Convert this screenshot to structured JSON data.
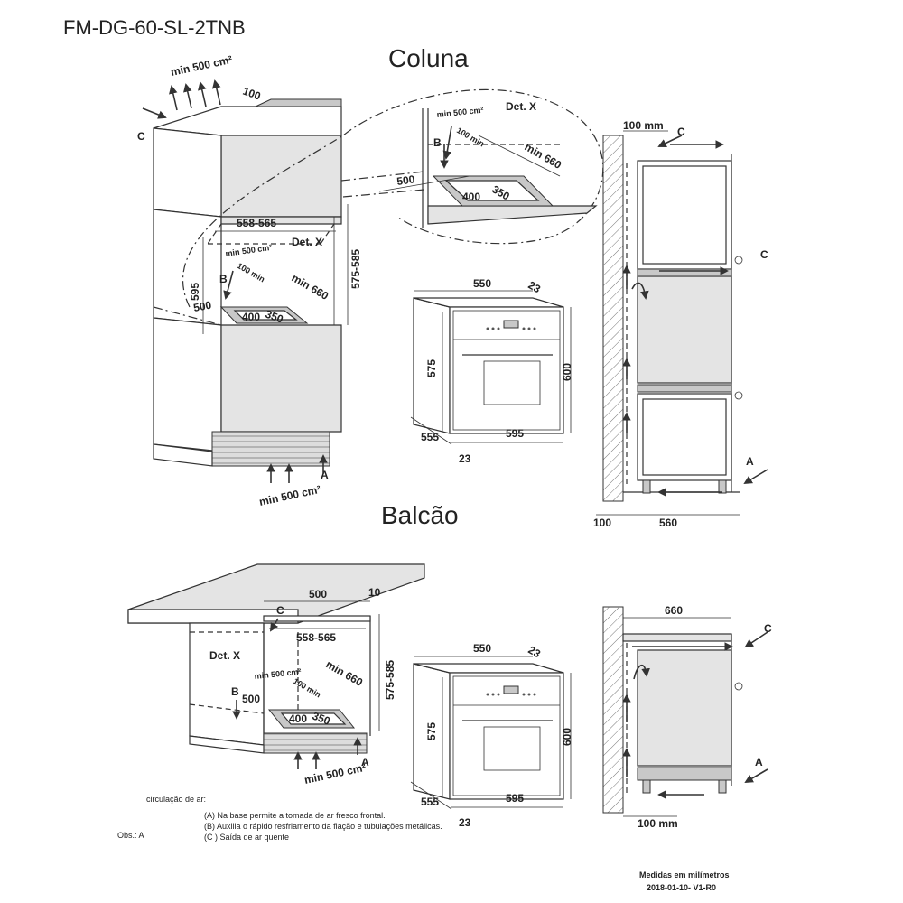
{
  "header": {
    "model": "FM-DG-60-SL-2TNB"
  },
  "section_titles": {
    "column": "Coluna",
    "counter": "Balcão"
  },
  "labels": {
    "det_x": "Det. X",
    "A": "A",
    "B": "B",
    "C": "C",
    "min_500_cm2": "min 500 cm²",
    "min_500_cm2_cut": "min 500 cm²"
  },
  "dimensions": {
    "d100": "100",
    "d100_mm": "100 mm",
    "d100_min": "100 min",
    "d558_565": "558-565",
    "d575_585": "575-585",
    "d595": "595",
    "d500": "500",
    "d400": "400",
    "d350": "350",
    "min660": "min 660",
    "d550": "550",
    "d23": "23",
    "d575": "575",
    "d600": "600",
    "d555": "555",
    "d560": "560",
    "d660": "660",
    "d10": "10"
  },
  "notes": {
    "circulation_title": "circulação de ar:",
    "note_a": "(A) Na base permite a tomada de ar fresco frontal.",
    "note_b": "(B) Auxilia o rápido resfriamento da fiação e tubulações metálicas.",
    "note_c": "(C ) Saída de ar quente",
    "obs": "Obs.: A"
  },
  "footer": {
    "units": "Medidas em milímetros",
    "revision": "2018-01-10- V1-R0"
  }
}
